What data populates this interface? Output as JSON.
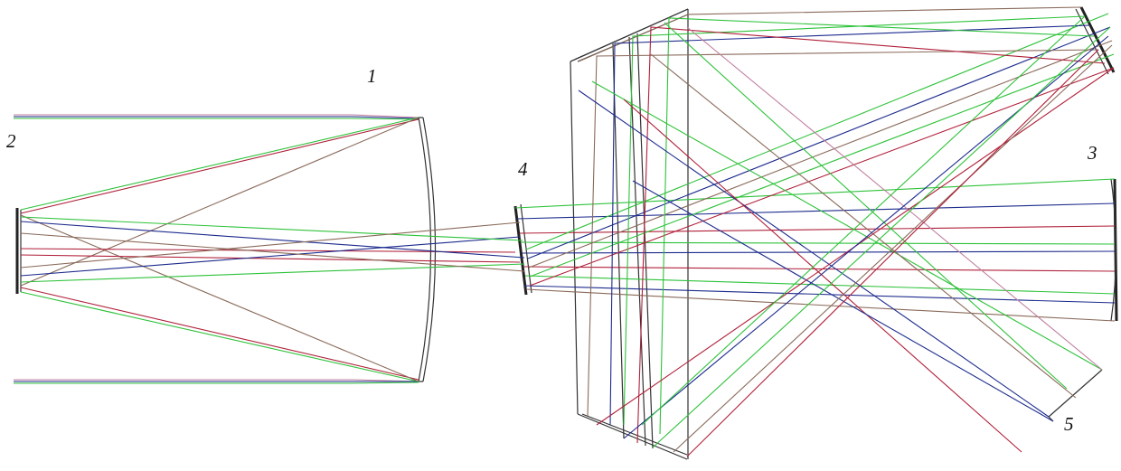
{
  "labels": {
    "l1": "1",
    "l2": "2",
    "l3": "3",
    "l4": "4",
    "l5": "5"
  },
  "colors": {
    "red": "#b0203a",
    "green": "#2ec23a",
    "blue": "#1c2a8c",
    "brown": "#8a6a5a",
    "pink": "#c080a0",
    "tan": "#c8a070",
    "optic": "#333333"
  }
}
